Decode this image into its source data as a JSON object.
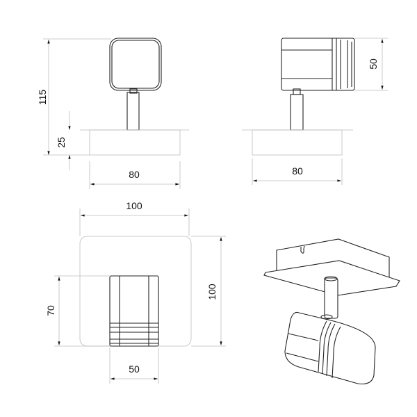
{
  "colors": {
    "line": "#222222",
    "thin_line": "#bbbbbb",
    "background": "#ffffff"
  },
  "front_view": {
    "height_total": "115",
    "base_height": "25",
    "base_width": "80"
  },
  "side_view": {
    "head_height": "50",
    "base_width": "80"
  },
  "top_view": {
    "plate_width": "100",
    "plate_depth": "100",
    "head_length": "70",
    "head_width": "50"
  }
}
